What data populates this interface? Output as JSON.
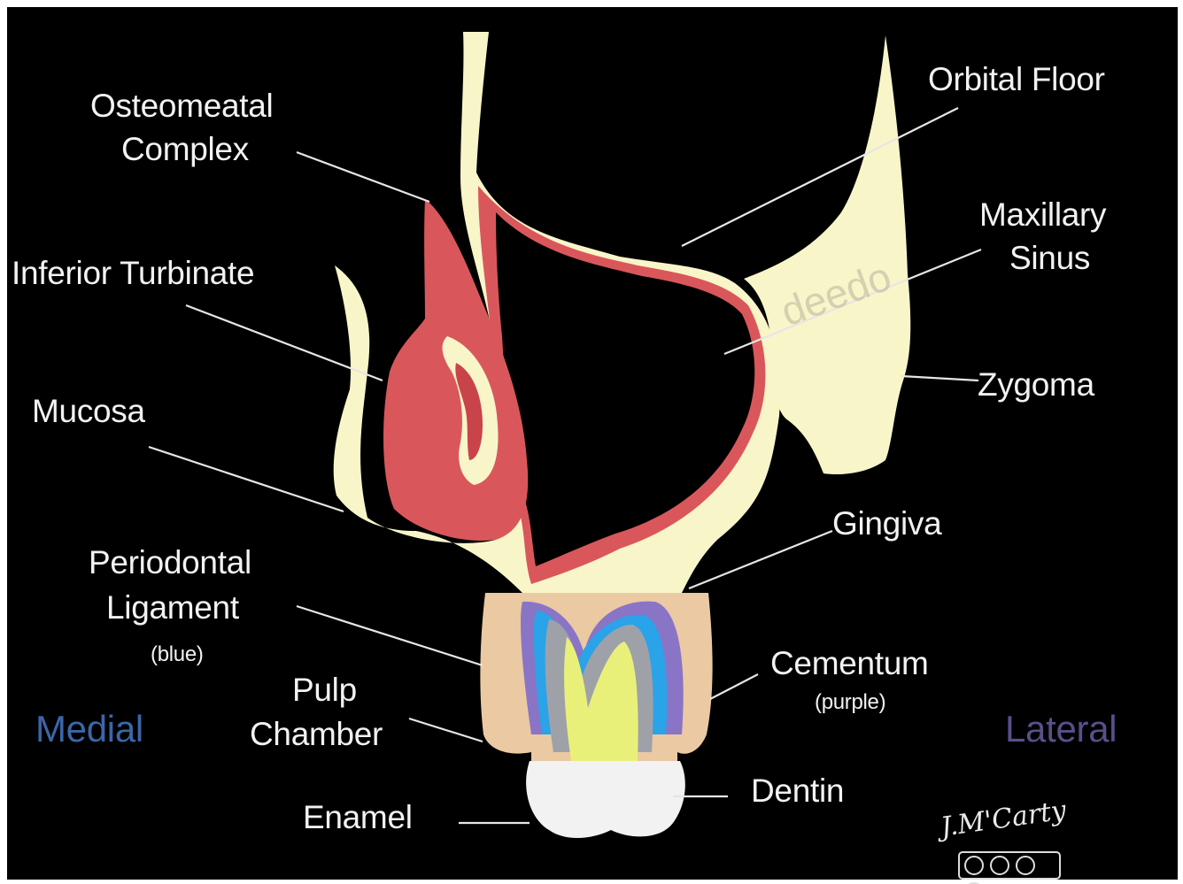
{
  "labels": {
    "osteomeatal_line1": "Osteomeatal",
    "osteomeatal_line2": "Complex",
    "orbital_floor": "Orbital Floor",
    "maxillary_line1": "Maxillary",
    "maxillary_line2": "Sinus",
    "inferior_turbinate": "Inferior Turbinate",
    "zygoma": "Zygoma",
    "mucosa": "Mucosa",
    "gingiva": "Gingiva",
    "periodontal_line1": "Periodontal",
    "periodontal_line2": "Ligament",
    "periodontal_note": "(blue)",
    "cementum": "Cementum",
    "cementum_note": "(purple)",
    "pulp_line1": "Pulp",
    "pulp_line2": "Chamber",
    "dentin": "Dentin",
    "enamel": "Enamel",
    "medial": "Medial",
    "lateral": "Lateral"
  },
  "watermark": "deedo",
  "signature": "J.M'Carty",
  "colors": {
    "background": "#000000",
    "bone": "#f8f5c9",
    "mucosa": "#d9575b",
    "pdl_blue": "#2aa3e8",
    "cementum_purple": "#8a74c6",
    "dentin": "#e9f07a",
    "enamel": "#f2f2f2",
    "medial_text": "#3a67a8",
    "lateral_text": "#5a4f8a"
  }
}
